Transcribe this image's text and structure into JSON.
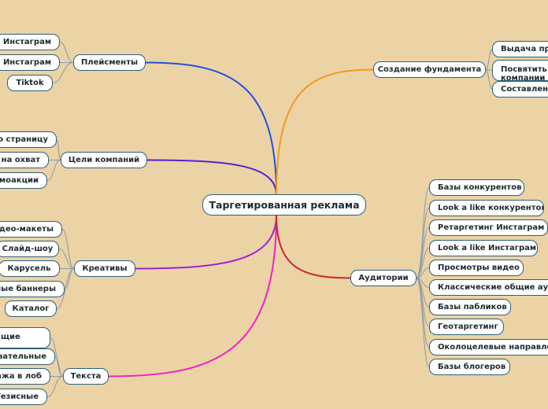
{
  "root": {
    "label": "Таргетированная реклама"
  },
  "branches": {
    "placements": {
      "label": "Плейсменты",
      "color": "#1f4fe0",
      "items": [
        "а Инстаграм",
        "с Инстаграм",
        "Tiktok"
      ]
    },
    "goals": {
      "label": "Цели компаний",
      "color": "#5a1fd6",
      "items": [
        "ю страницу",
        "к на охват",
        "моакции"
      ]
    },
    "creatives": {
      "label": "Креативы",
      "color": "#a51fd8",
      "items": [
        "идео-макеты",
        "Слайд-шоу",
        "Карусель",
        "нные баннеры",
        "Каталог"
      ]
    },
    "texts": {
      "label": "Текста",
      "color": "#f21fc6",
      "items": [
        "щие",
        "вательные",
        "дажа в лоб",
        "Тезисные"
      ]
    },
    "foundation": {
      "label": "Создание фундамента",
      "color": "#f39a1a",
      "items": [
        "Выдача пра",
        "Посвятить компании",
        "Составлени"
      ]
    },
    "audiences": {
      "label": "Аудитории",
      "color": "#c9262c",
      "items": [
        "Базы конкурентов",
        "Look a like конкурентов",
        "Ретаргетинг Инстаграм",
        "Look a like Инстаграм",
        "Просмотры видео",
        "Классические общие ауди",
        "Базы пабликов",
        "Геотаргетинг",
        "Околоцелевые направлен",
        "Базы блогеров"
      ]
    }
  }
}
